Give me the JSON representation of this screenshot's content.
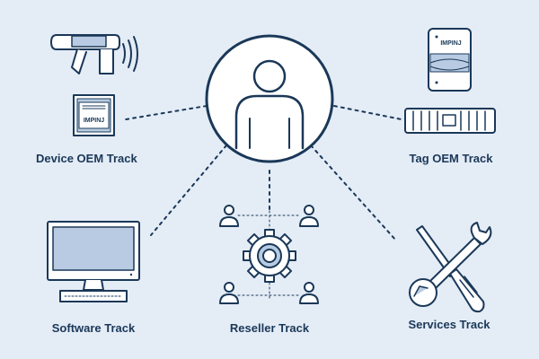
{
  "colors": {
    "background": "#e4ecf6",
    "stroke": "#1a3858",
    "panel": "#ffffff",
    "chip": "#b8cbe2"
  },
  "brand_text": "IMPINJ",
  "center": {
    "icon": "person-icon"
  },
  "tracks": [
    {
      "id": "device-oem",
      "label": "Device OEM Track",
      "icons": [
        "rfid-handheld-reader-icon",
        "rfid-chip-icon"
      ]
    },
    {
      "id": "tag-oem",
      "label": "Tag OEM Track",
      "icons": [
        "rfid-tag-card-icon",
        "rfid-tag-inlay-icon"
      ]
    },
    {
      "id": "software",
      "label": "Software Track",
      "icons": [
        "desktop-computer-icon"
      ]
    },
    {
      "id": "reseller",
      "label": "Reseller Track",
      "icons": [
        "gear-icon",
        "people-network-icon"
      ]
    },
    {
      "id": "services",
      "label": "Services Track",
      "icons": [
        "wrench-screwdriver-icon"
      ]
    }
  ]
}
